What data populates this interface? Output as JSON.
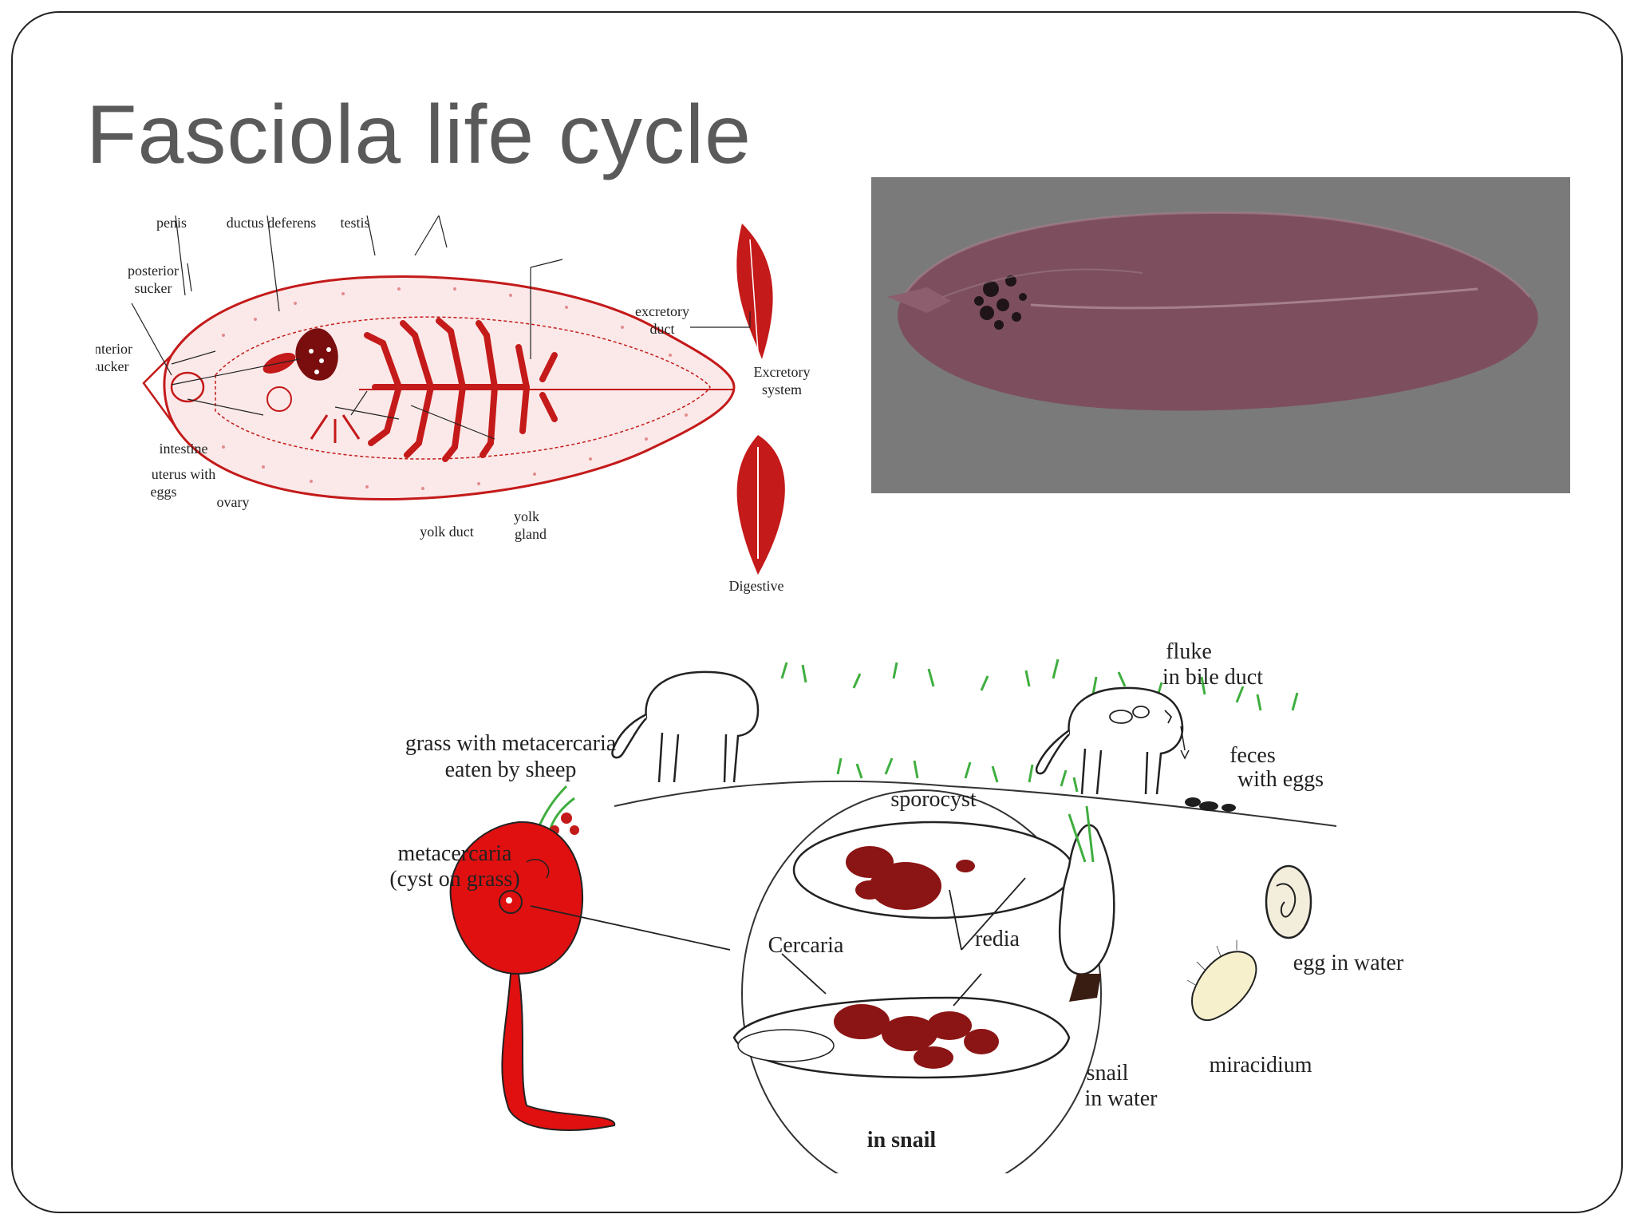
{
  "slide": {
    "title": "Fasciola life cycle"
  },
  "anatomy": {
    "labels": {
      "penis": "penis",
      "ductus_deferens": "ductus deferens",
      "testis": "testis",
      "posterior_sucker_1": "posterior",
      "posterior_sucker_2": "sucker",
      "anterior_sucker_1": "anterior",
      "anterior_sucker_2": "sucker",
      "intestine": "intestine",
      "uterus_1": "uterus with",
      "uterus_2": "eggs",
      "ovary": "ovary",
      "yolk_duct": "yolk duct",
      "yolk_gland_1": "yolk",
      "yolk_gland_2": "gland",
      "excretory_duct_1": "excretory",
      "excretory_duct_2": "duct",
      "excretory_system_1": "Excretory",
      "excretory_system_2": "system",
      "digestive": "Digestive"
    },
    "colors": {
      "ink": "#c41a1a",
      "dark": "#7a0d0d"
    }
  },
  "specimen": {
    "background": "#7a7a7a",
    "body_color": "#7d4f5e"
  },
  "lifecycle": {
    "labels": {
      "fluke_1": "fluke",
      "fluke_2": "in bile duct",
      "grass_1": "grass with metacercaria",
      "grass_2": "eaten by sheep",
      "feces_1": "feces",
      "feces_2": "with eggs",
      "sporocyst": "sporocyst",
      "metacercaria_1": "metacercaria",
      "metacercaria_2": "(cyst on grass)",
      "cercaria": "Cercaria",
      "redia": "redia",
      "egg": "egg in water",
      "miracidium": "miracidium",
      "snail_1": "snail",
      "snail_2": "in water",
      "in_snail": "in snail"
    },
    "colors": {
      "red": "#e01010",
      "dark_red": "#8b1414",
      "grass": "#3fae3f"
    }
  }
}
